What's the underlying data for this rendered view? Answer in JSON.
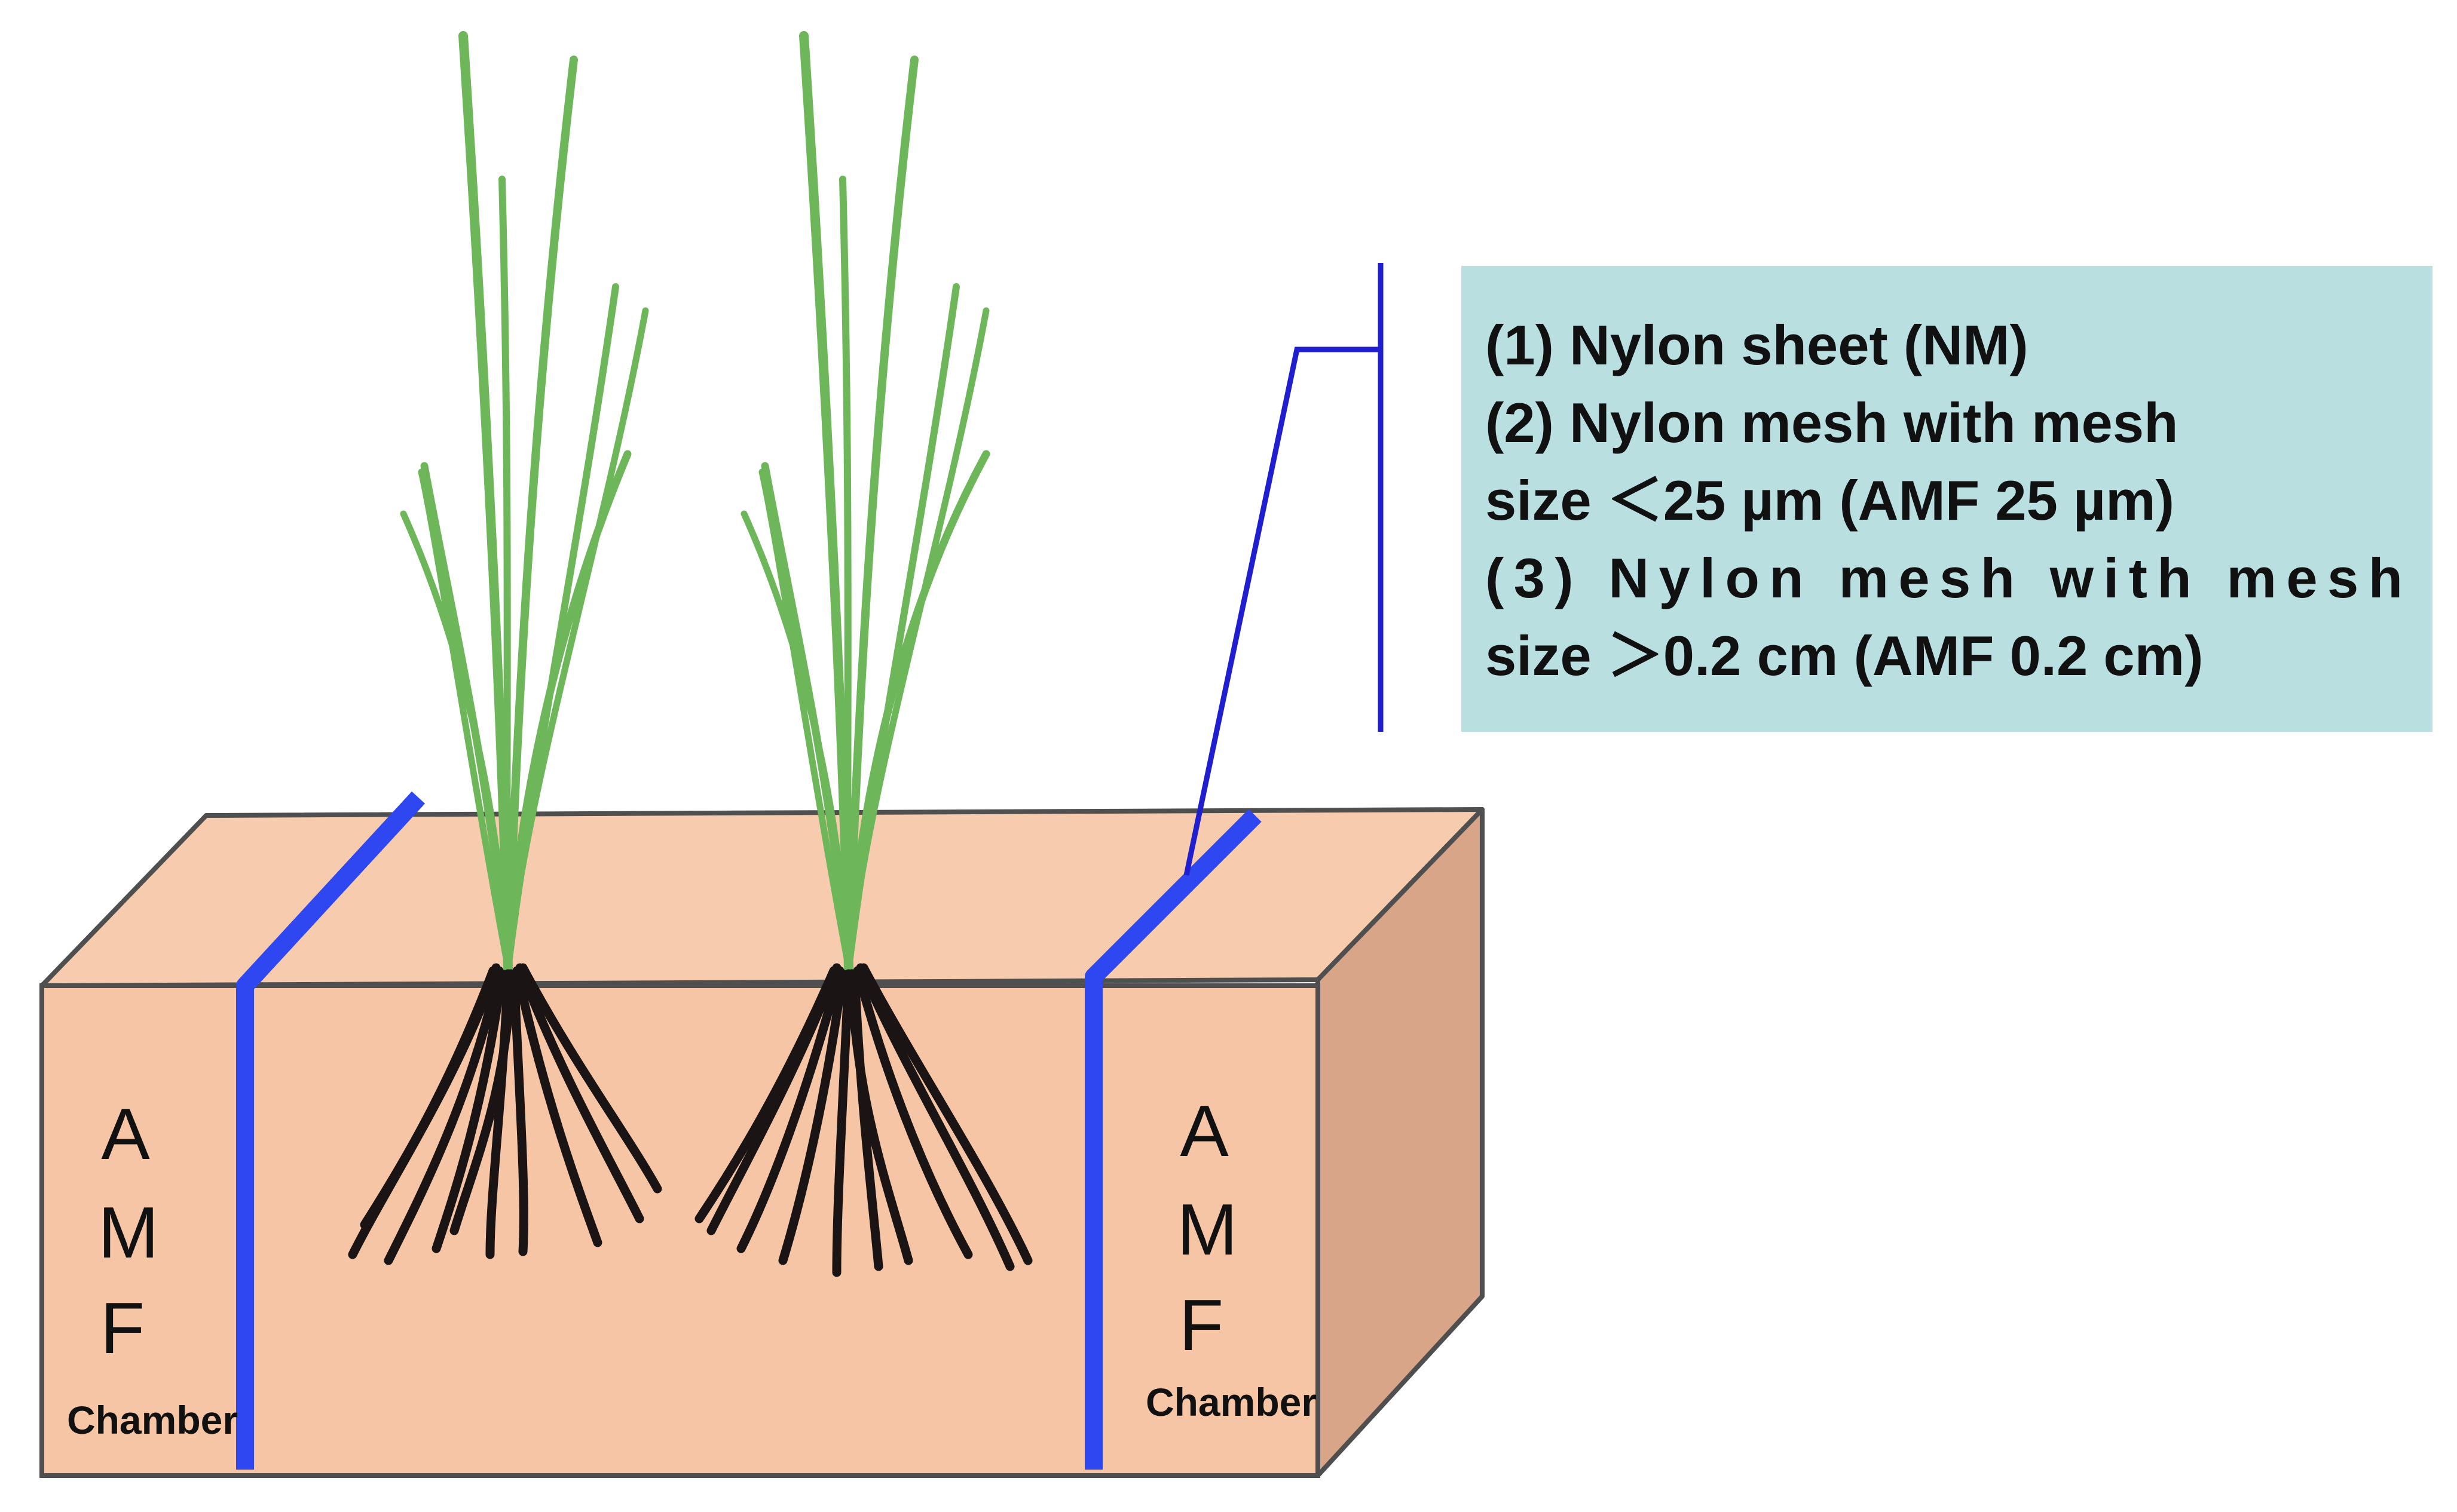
{
  "colors": {
    "box_front": "#f5c5a5",
    "box_top": "#f7ccae",
    "box_side": "#d9a588",
    "box_edge": "#4f4f4f",
    "mesh_blue": "#2f47f0",
    "callout_line": "#1f1fcf",
    "legend_bg": "#b9dfe1",
    "leaf_green": "#6db75a",
    "root_black": "#1a1414"
  },
  "left_chamber": {
    "letters": [
      "A",
      "M",
      "F"
    ],
    "label": "Chamber"
  },
  "right_chamber": {
    "letters": [
      "A",
      "M",
      "F"
    ],
    "label": "Chamber"
  },
  "legend": {
    "lines": [
      "(1) Nylon sheet (NM)",
      "(2) Nylon mesh with mesh",
      "size ＜25 µm (AMF 25 µm)",
      "(3) Nylon mesh with mesh",
      "size ＞0.2 cm (AMF 0.2 cm)"
    ]
  },
  "icons": {
    "plants": [
      "rice-seedling-icon",
      "rice-seedling-icon"
    ]
  }
}
